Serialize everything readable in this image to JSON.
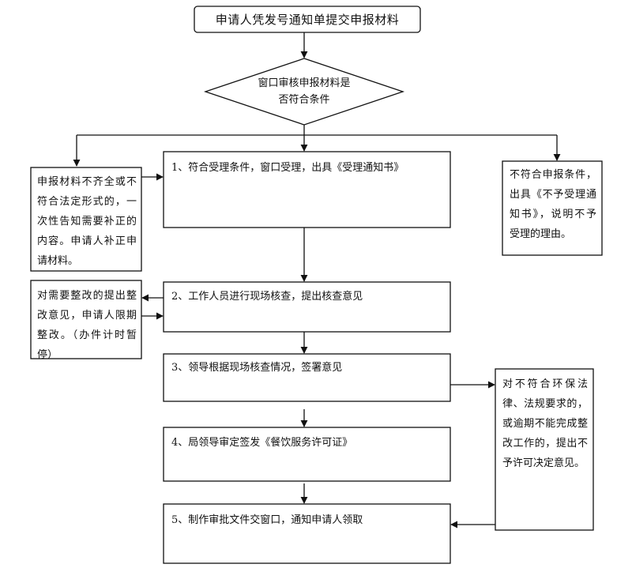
{
  "flow": {
    "start": "申请人凭发号通知单提交申报材料",
    "decision": [
      "窗口审核申报材料是",
      "否符合条件"
    ],
    "incomplete": "申报材料不齐全或不符合法定形式的，一次性告知需要补正的内容。申请人补正申请材料。",
    "step1": "1、符合受理条件，窗口受理，出具《受理通知书》",
    "reject": "不符合申报条件，出具《不予受理通知书》，说明不予受理的理由。",
    "rectify": "对需要整改的提出整改意见，申请人限期整改。（办件计时暂停）",
    "step2": "2、工作人员进行现场核查，提出核查意见",
    "step3": "3、领导根据现场核查情况，签署意见",
    "deny": "对不符合环保法律、法规要求的，或逾期不能完成整改工作的，提出不予许可决定意见。",
    "step4": "4、局领导审定签发《餐饮服务许可证》",
    "step5": "5、制作审批文件交窗口，通知申请人领取"
  }
}
